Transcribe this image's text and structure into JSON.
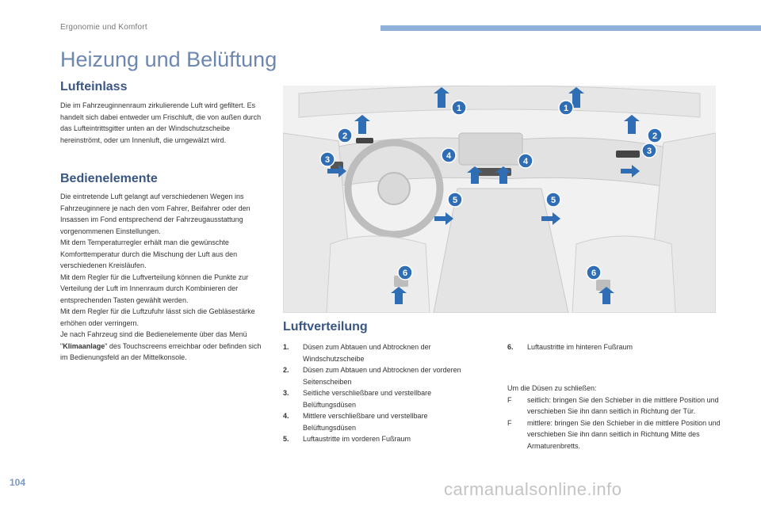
{
  "header": {
    "section": "Ergonomie und Komfort",
    "title": "Heizung und Belüftung"
  },
  "lufteinlass": {
    "heading": "Lufteinlass",
    "text": "Die im Fahrzeuginnenraum zirkulierende Luft wird gefiltert. Es handelt sich dabei entweder um Frischluft, die von außen durch das Lufteintrittsgitter unten an der Windschutzscheibe hereinströmt, oder um Innenluft, die umgewälzt wird."
  },
  "bedienelemente": {
    "heading": "Bedienelemente",
    "lines": [
      "Die eintretende Luft gelangt auf verschiedenen Wegen ins Fahrzeuginnere je nach den vom Fahrer, Beifahrer oder den Insassen im Fond entsprechend der Fahrzeugausstattung vorgenommenen Einstellungen.",
      "Mit dem Temperaturregler erhält man die gewünschte Komforttemperatur durch die Mischung der Luft aus den verschiedenen Kreisläufen.",
      "Mit dem Regler für die Luftverteilung können die Punkte zur Verteilung der Luft im Innenraum durch Kombinieren der entsprechenden Tasten gewählt werden.",
      "Mit dem Regler für die Luftzufuhr lässt sich die Gebläsestärke erhöhen oder verringern."
    ],
    "last_before": "Je nach Fahrzeug sind die Bedienelemente über das Menü \"",
    "last_bold": "Klimaanlage",
    "last_after": "\" des Touchscreens erreichbar oder befinden sich im Bedienungsfeld an der Mittelkonsole."
  },
  "luftverteilung": {
    "heading": "Luftverteilung",
    "items": [
      {
        "num": "1.",
        "text": "Düsen zum Abtauen und Abtrocknen der Windschutzscheibe"
      },
      {
        "num": "2.",
        "text": "Düsen zum Abtauen und Abtrocknen der vorderen Seitenscheiben"
      },
      {
        "num": "3.",
        "text": "Seitliche verschließbare und verstellbare Belüftungsdüsen"
      },
      {
        "num": "4.",
        "text": "Mittlere verschließbare und verstellbare Belüftungsdüsen"
      },
      {
        "num": "5.",
        "text": "Luftaustritte im vorderen Fußraum"
      },
      {
        "num": "6.",
        "text": "Luftaustritte im hinteren Fußraum"
      }
    ],
    "closing_intro": "Um die Düsen zu schließen:",
    "closing_bullets": [
      {
        "mark": "F",
        "text": "seitlich: bringen Sie den Schieber in die mittlere Position und verschieben Sie ihn dann seitlich in Richtung der Tür."
      },
      {
        "mark": "F",
        "text": "mittlere: bringen Sie den Schieber in die mittlere Position und verschieben Sie ihn dann seitlich in Richtung Mitte des Armaturenbretts."
      }
    ]
  },
  "illustration": {
    "markers": [
      "1",
      "1",
      "2",
      "2",
      "3",
      "3",
      "4",
      "4",
      "5",
      "5",
      "6",
      "6"
    ]
  },
  "footer": {
    "page_number": "104",
    "watermark": "carmanualsonline.info"
  },
  "colors": {
    "accent": "#6e87b0",
    "heading": "#3a5683",
    "bar": "#8fb0d8",
    "marker": "#2f6db5",
    "arrow": "#2f6db5"
  }
}
